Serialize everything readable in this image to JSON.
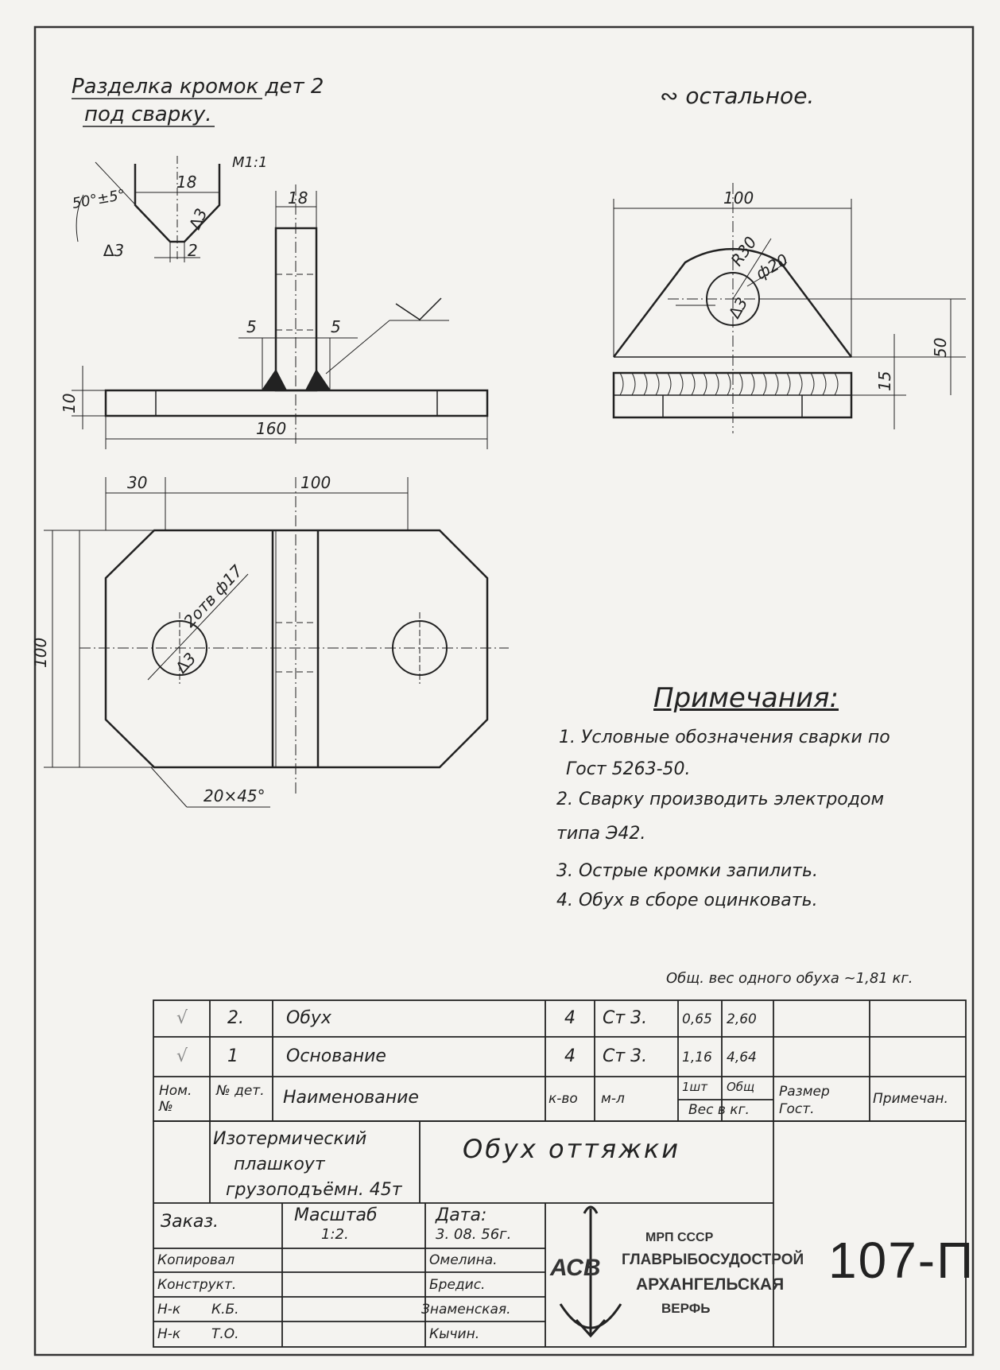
{
  "edge_prep": {
    "title_line1": "Разделка кромок дет 2",
    "title_line2": "под сварку.",
    "scale": "М1:1",
    "angle": "50°±5°",
    "dim_top": "18",
    "dim_gap": "2",
    "roughness_left": "∆3",
    "roughness_right": "∆3"
  },
  "surface_note": "∾ остальное.",
  "front_view": {
    "dim_width": "18",
    "dim_left": "5",
    "dim_right": "5",
    "dim_thickness": "10",
    "dim_length": "160"
  },
  "plan_view": {
    "dim_offset": "30",
    "dim_span": "100",
    "dim_height": "100",
    "holes": "2отв ф17",
    "roughness": "∆3",
    "chamfer": "20×45°"
  },
  "side_view": {
    "dim_width": "100",
    "radius": "R30",
    "hole": "ф20",
    "roughness": "∆3",
    "dim_50": "50",
    "dim_15": "15"
  },
  "notes": {
    "title": "Примечания:",
    "items": [
      "1. Условные обозначения сварки по",
      "Гост 5263-50.",
      "2. Сварку производить электродом",
      "типа Э42.",
      "3. Острые кромки запилить.",
      "4. Обух в сборе оцинковать."
    ]
  },
  "weight_note": "Общ. вес одного обуха ~1,81 кг.",
  "parts_table": {
    "rows": [
      {
        "check": "√",
        "num": "2.",
        "name": "Обух",
        "qty": "4",
        "material": "Ст 3.",
        "unit_w": "0,65",
        "total_w": "2,60"
      },
      {
        "check": "√",
        "num": "1",
        "name": "Основание",
        "qty": "4",
        "material": "Ст 3.",
        "unit_w": "1,16",
        "total_w": "4,64"
      }
    ],
    "header": {
      "nom": "Ном. №",
      "det": "№ дет.",
      "name": "Наименование",
      "qty": "к-во",
      "mat": "м-л",
      "w1": "1шт",
      "w2": "Общ",
      "wunit": "Вес в кг.",
      "size": "Размер Гост.",
      "note": "Примечан."
    }
  },
  "title_block": {
    "product_line1": "Изотермический",
    "product_line2": "плашкоут",
    "product_line3": "грузоподъёмн. 45т",
    "part_name": "Обух оттяжки",
    "order_label": "Заказ.",
    "scale_label": "Масштаб",
    "scale_value": "1:2.",
    "date_label": "Дата:",
    "date_value": "3. 08. 56г.",
    "roles": [
      {
        "role": "Копировал",
        "sub": "",
        "name": "Омелина."
      },
      {
        "role": "Конструкт.",
        "sub": "",
        "name": "Бредис."
      },
      {
        "role": "Н-к",
        "sub": "К.Б.",
        "name": "Знаменская."
      },
      {
        "role": "Н-к",
        "sub": "Т.О.",
        "name": "Кычин."
      }
    ],
    "org_line1": "МРП СССР",
    "org_line2": "ГЛАВРЫБОСУДОСТРОЙ",
    "org_line3": "АРХАНГЕЛЬСКАЯ",
    "org_line4": "ВЕРФЬ",
    "logo_letters": "АСВ",
    "doc_number": "107-П"
  }
}
